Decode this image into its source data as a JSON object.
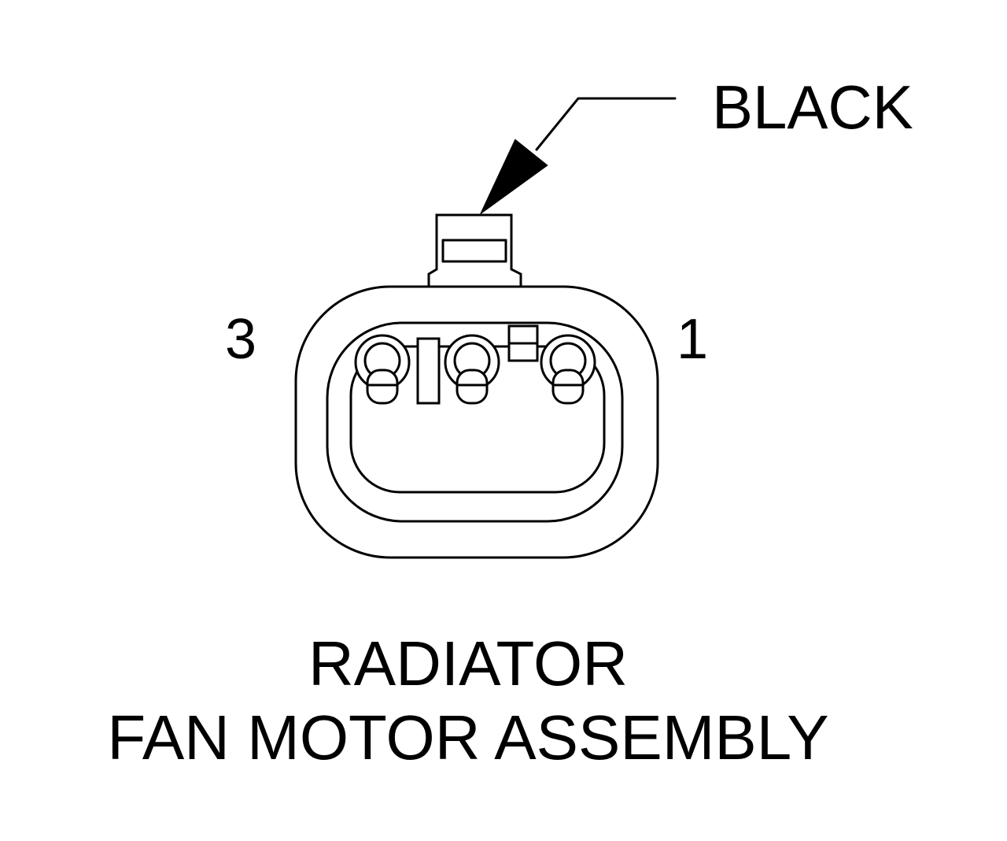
{
  "diagram": {
    "callout": {
      "label": "BLACK"
    },
    "pins": {
      "left_label": "3",
      "right_label": "1"
    },
    "caption": {
      "line1": "RADIATOR",
      "line2": "FAN MOTOR ASSEMBLY"
    },
    "colors": {
      "line": "#000000",
      "background": "#ffffff"
    }
  }
}
